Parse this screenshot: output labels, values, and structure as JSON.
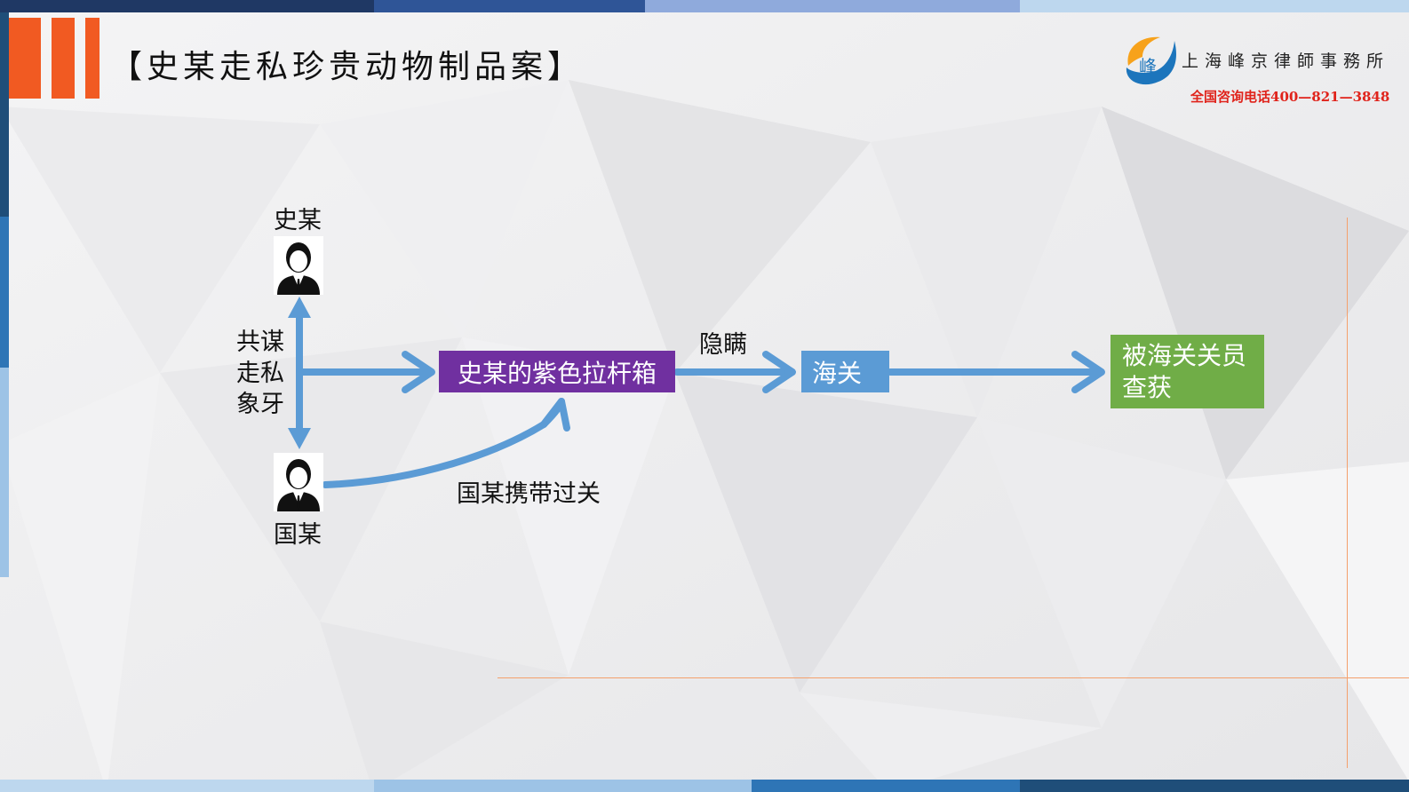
{
  "slide": {
    "title": "【史某走私珍贵动物制品案】",
    "firm_name": "上海峰京律師事務所",
    "hotline": "全国咨询电话400—821—3848",
    "logo_mark": "flame-logo-icon"
  },
  "diagram": {
    "person_top": {
      "label": "史某",
      "icon": "person-icon"
    },
    "person_bottom": {
      "label": "国某",
      "icon": "person-icon"
    },
    "conspiracy_label": [
      "共谋",
      "走私",
      "象牙"
    ],
    "node_suitcase": "史某的紫色拉杆箱",
    "edge_conceal": "隐瞒",
    "node_customs": "海关",
    "node_seized": [
      "被海关关员",
      "查获"
    ],
    "edge_carry": "国某携带过关"
  },
  "colors": {
    "accent_orange": "#f15a22",
    "suitcase_purple": "#7030a0",
    "customs_blue": "#5b9bd5",
    "seized_green": "#70ad47",
    "arrow_blue": "#5b9bd5",
    "bar_dark_blue": "#1f4e79",
    "bar_light_blue": "#9dc3e6"
  }
}
